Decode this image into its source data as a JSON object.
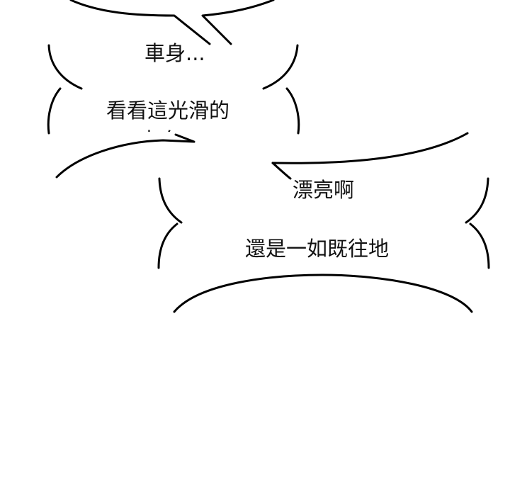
{
  "panel": {
    "background": "#ffffff",
    "ink_color": "#000000"
  },
  "bubbles": [
    {
      "text": "車身..."
    },
    {
      "text": "看看這光滑的"
    },
    {
      "text": "漂亮啊"
    },
    {
      "text": "還是一如既往地"
    }
  ],
  "cut_off_text": "車身"
}
